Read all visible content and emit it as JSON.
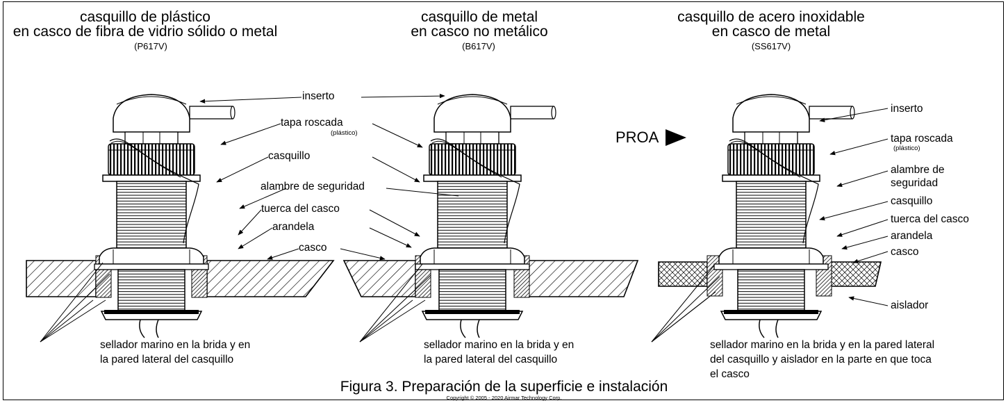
{
  "panels": [
    {
      "title1": "casquillo de plástico",
      "title2": "en casco de fibra de vidrio sólido o metal",
      "part": "(P617V)",
      "sealant": "sellador marino en la brida y en la pared lateral del casquillo"
    },
    {
      "title1": "casquillo de metal",
      "title2": "en casco no metálico",
      "part": "(B617V)",
      "sealant": "sellador marino en la brida y en la pared lateral del casquillo"
    },
    {
      "title1": "casquillo de acero inoxidable",
      "title2": "en casco de metal",
      "part": "(SS617V)",
      "sealant": "sellador marino en la brida y en la pared lateral del casquillo y aislador en la parte en que toca el casco"
    }
  ],
  "labels": {
    "inserto": "inserto",
    "tapa": "tapa roscada",
    "plastico": "(plástico)",
    "casquillo": "casquillo",
    "alambre": "alambre de seguridad",
    "alambre1": "alambre de",
    "alambre2": "seguridad",
    "tuerca": "tuerca del casco",
    "arandela": "arandela",
    "casco": "casco",
    "aislador": "aislador"
  },
  "proa": "PROA",
  "caption": "Figura 3. Preparación de la superficie e instalación",
  "copyright": "Copyright © 2005 - 2020 Airmar Technology Corp."
}
